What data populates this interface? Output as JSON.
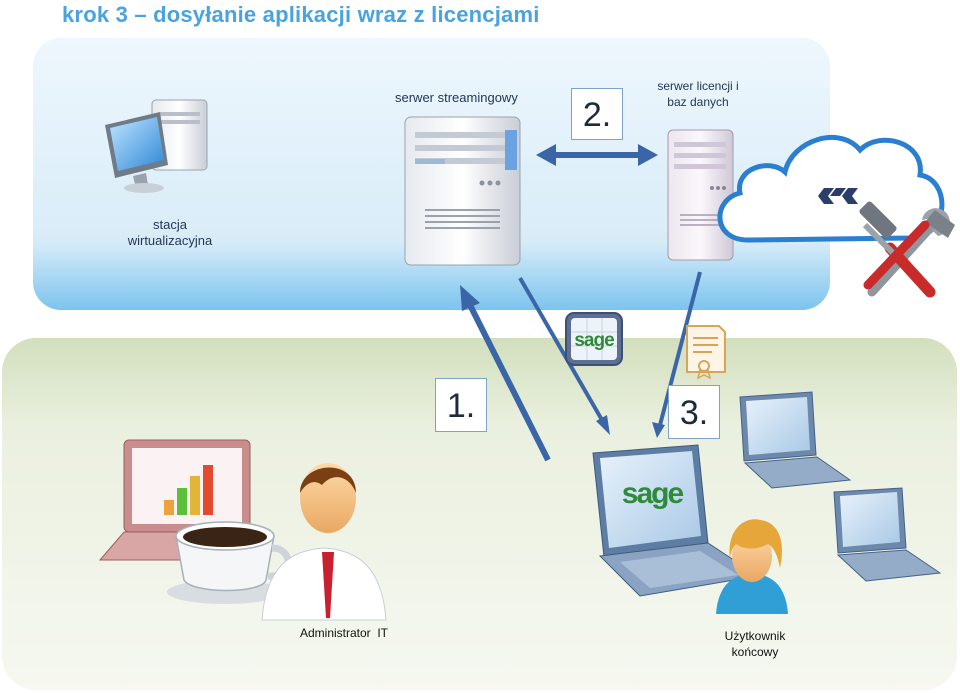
{
  "title": "krok 3 – dosyłanie aplikacji wraz z licencjami",
  "labels": {
    "streaming_server": "serwer streamingowy",
    "license_server_line1": "serwer licencji i",
    "license_server_line2": "baz danych",
    "station_line1": "stacja",
    "station_line2": "wirtualizacyjna",
    "admin": "Administrator  IT",
    "user_line1": "Użytkownik",
    "user_line2": "końcowy"
  },
  "steps": {
    "step1": "1.",
    "step2": "2.",
    "step3": "3."
  },
  "logos": {
    "sage_small": "sage",
    "sage_large": "sage"
  },
  "colors": {
    "title": "#4aa3df",
    "upper_panel": "#d8ecf8",
    "lower_panel": "#e4ecd5",
    "arrow": "#3a66a8",
    "sage_green": "#2f8a3a"
  },
  "icons": [
    "desktop-computer-icon",
    "server-icon",
    "cloud-icon",
    "tools-icon",
    "document-icon",
    "laptop-icon",
    "person-icon",
    "coffee-cup-icon",
    "bar-chart-icon"
  ]
}
